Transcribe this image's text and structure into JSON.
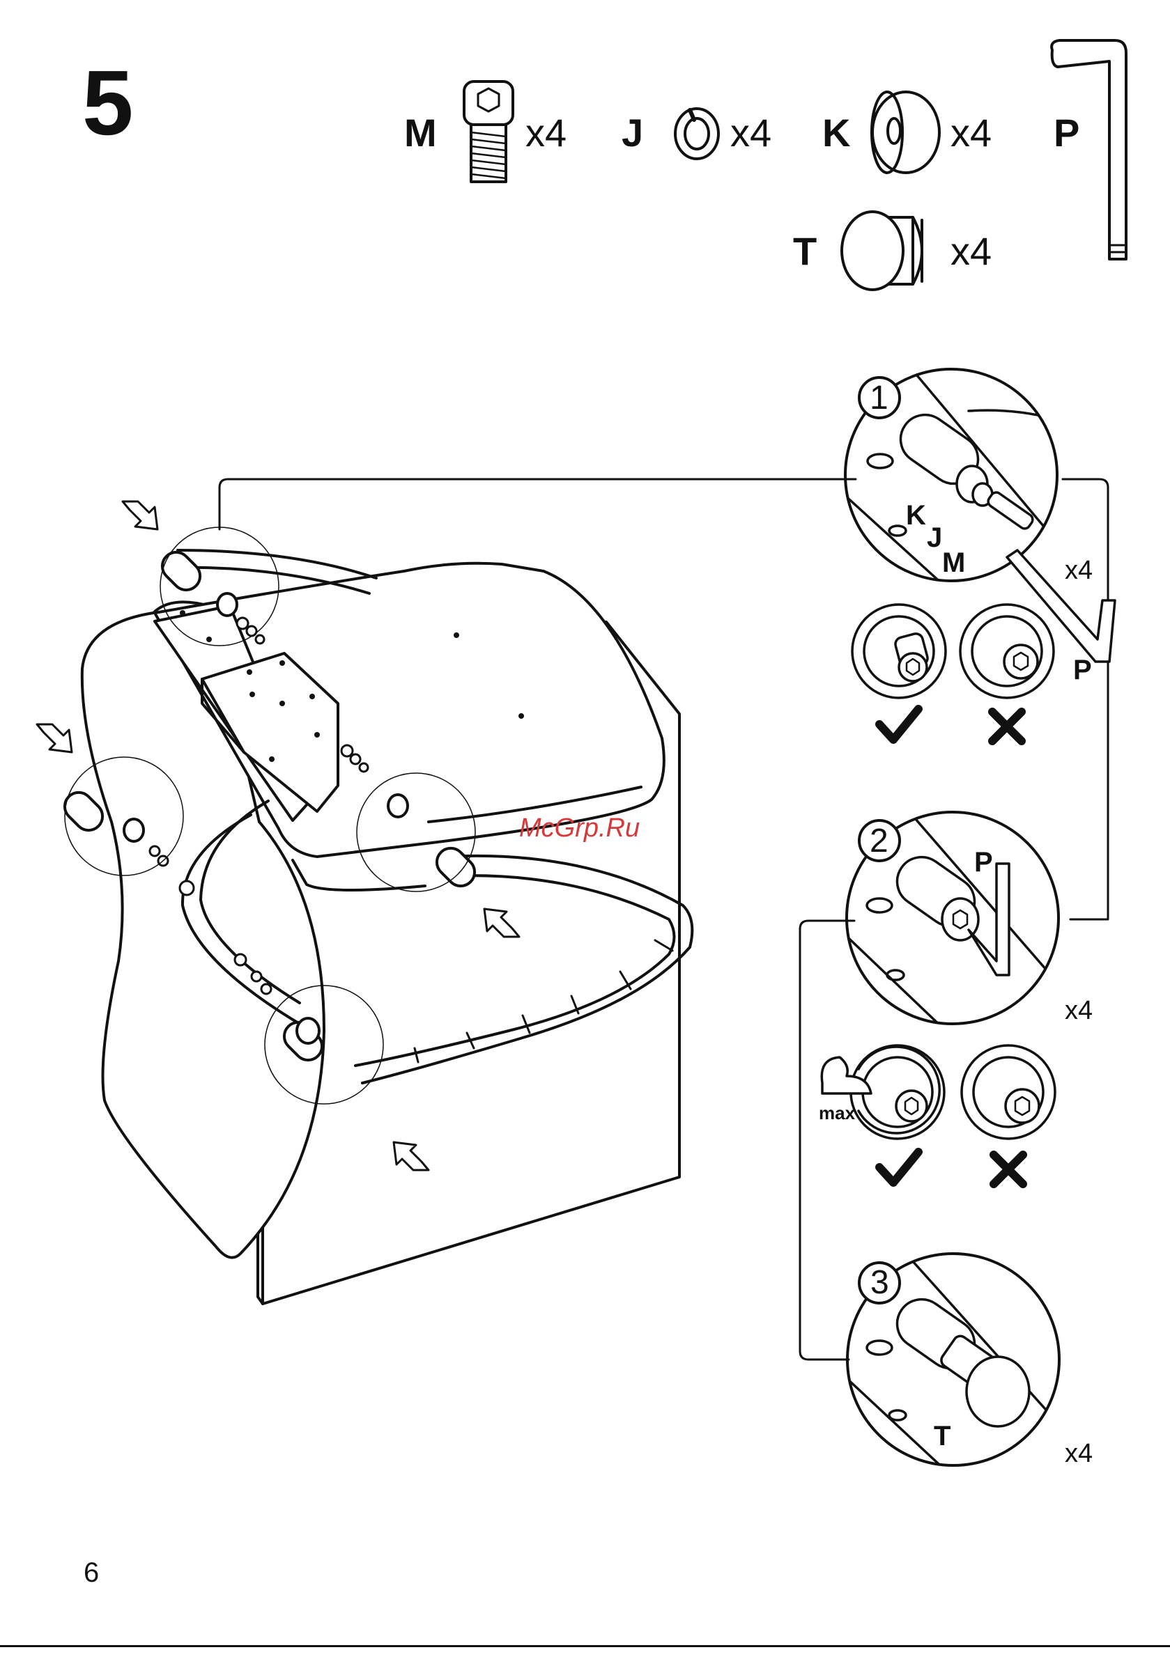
{
  "step": {
    "number": "5"
  },
  "parts": [
    {
      "letter": "M",
      "qty": "x4",
      "icon": "bolt-icon"
    },
    {
      "letter": "J",
      "qty": "x4",
      "icon": "split-washer-icon"
    },
    {
      "letter": "K",
      "qty": "x4",
      "icon": "flat-washer-icon"
    },
    {
      "letter": "P",
      "qty": "",
      "icon": "allen-key-icon"
    },
    {
      "letter": "T",
      "qty": "x4",
      "icon": "cap-plug-icon"
    }
  ],
  "details": [
    {
      "number": "1",
      "labels": [
        "K",
        "J",
        "M",
        "P"
      ],
      "qty": "x4"
    },
    {
      "number": "2",
      "labels": [
        "P"
      ],
      "qty": "x4",
      "torque_label": "max"
    },
    {
      "number": "3",
      "labels": [
        "T"
      ],
      "qty": "x4"
    }
  ],
  "checks": {
    "correct_icon": "checkmark-icon",
    "wrong_icon": "cross-icon"
  },
  "watermark": "McGrp.Ru",
  "page_number": "6"
}
